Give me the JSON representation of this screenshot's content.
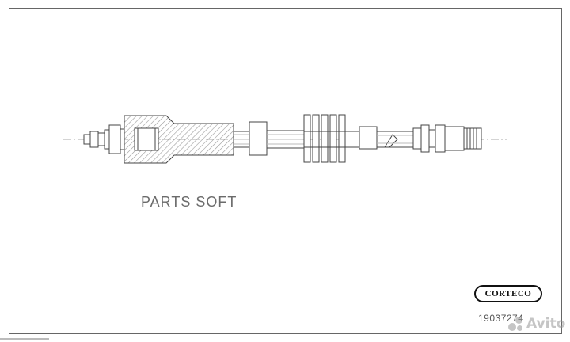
{
  "watermark": {
    "text": "PARTS SOFT"
  },
  "brand": {
    "logo_text": "CORTECO"
  },
  "part": {
    "number": "19037274"
  },
  "overlay": {
    "text": "Avito"
  },
  "colors": {
    "outline": "#333333",
    "hatch": "#888888",
    "frame": "#666666"
  }
}
